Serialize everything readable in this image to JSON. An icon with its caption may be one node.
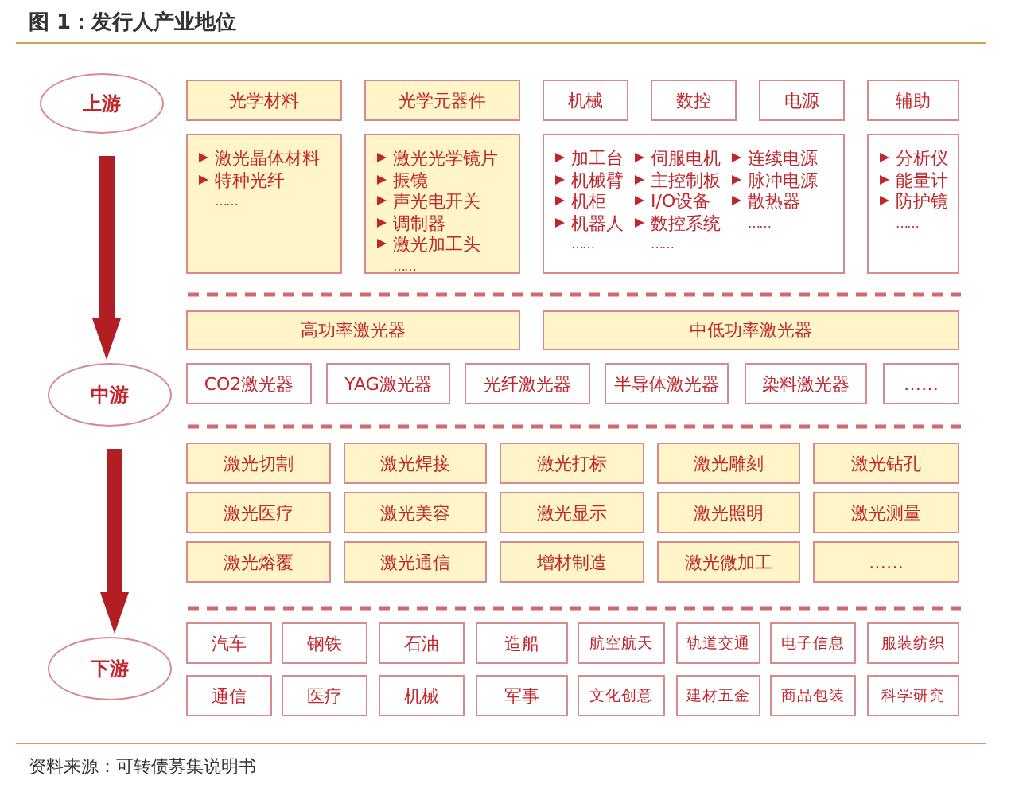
{
  "diagram": {
    "title": "图 1：发行人产业地位",
    "caption": "资料来源：可转债募集说明书",
    "nodes": [
      {
        "text": [
          "上游"
        ]
      },
      {
        "text": [
          "光学材料"
        ]
      },
      {
        "text": [
          "光学元器件"
        ]
      },
      {
        "text": [
          "机械"
        ]
      },
      {
        "text": [
          "数控"
        ]
      },
      {
        "text": [
          "电源"
        ]
      },
      {
        "text": [
          "辅助"
        ]
      },
      {
        "text": [
          "激光晶体材料",
          "特种光纤",
          "……"
        ]
      },
      {
        "text": [
          "激光光学镜片",
          "振镜",
          "声光电开关",
          "调制器",
          "激光加工头",
          "……"
        ]
      },
      {
        "text": [
          "加工台",
          "机械臂",
          "机柜",
          "机器人",
          "……",
          "伺服电机",
          "主控制板",
          "I/O设备",
          "数控系统",
          "……",
          "连续电源",
          "脉冲电源",
          "散热器",
          "……"
        ]
      },
      {
        "text": [
          "分析仪",
          "能量计",
          "防护镜",
          "……"
        ]
      },
      {
        "text": [
          "中游"
        ]
      },
      {
        "text": [
          "高功率激光器"
        ]
      },
      {
        "text": [
          "中低功率激光器"
        ]
      },
      {
        "text": [
          "CO2激光器"
        ]
      },
      {
        "text": [
          "YAG激光器"
        ]
      },
      {
        "text": [
          "光纤激光器"
        ]
      },
      {
        "text": [
          "半导体激光器"
        ]
      },
      {
        "text": [
          "染料激光器"
        ]
      },
      {
        "text": [
          "……"
        ]
      },
      {
        "text": [
          "激光切割"
        ]
      },
      {
        "text": [
          "激光焊接"
        ]
      },
      {
        "text": [
          "激光打标"
        ]
      },
      {
        "text": [
          "激光雕刻"
        ]
      },
      {
        "text": [
          "激光钻孔"
        ]
      },
      {
        "text": [
          "激光医疗"
        ]
      },
      {
        "text": [
          "激光美容"
        ]
      },
      {
        "text": [
          "激光显示"
        ]
      },
      {
        "text": [
          "激光照明"
        ]
      },
      {
        "text": [
          "激光测量"
        ]
      },
      {
        "text": [
          "激光熔覆"
        ]
      },
      {
        "text": [
          "激光通信"
        ]
      },
      {
        "text": [
          "增材制造"
        ]
      },
      {
        "text": [
          "激光微加工"
        ]
      },
      {
        "text": [
          "……"
        ]
      },
      {
        "text": [
          "下游"
        ]
      },
      {
        "text": [
          "汽车"
        ]
      },
      {
        "text": [
          "钢铁"
        ]
      },
      {
        "text": [
          "石油"
        ]
      },
      {
        "text": [
          "造船"
        ]
      },
      {
        "text": [
          "航空航天"
        ]
      },
      {
        "text": [
          "轨道交通"
        ]
      },
      {
        "text": [
          "电子信息"
        ]
      },
      {
        "text": [
          "服装纺织"
        ]
      },
      {
        "text": [
          "通信"
        ]
      },
      {
        "text": [
          "医疗"
        ]
      },
      {
        "text": [
          "机械"
        ]
      },
      {
        "text": [
          "军事"
        ]
      },
      {
        "text": [
          "文化创意"
        ]
      },
      {
        "text": [
          "建材五金"
        ]
      },
      {
        "text": [
          "商品包装"
        ]
      },
      {
        "text": [
          "科学研究"
        ]
      }
    ],
    "edges": [
      {
        "from": 0,
        "to": 11,
        "arrow": "to"
      },
      {
        "from": 11,
        "to": 35,
        "arrow": "to"
      }
    ]
  }
}
